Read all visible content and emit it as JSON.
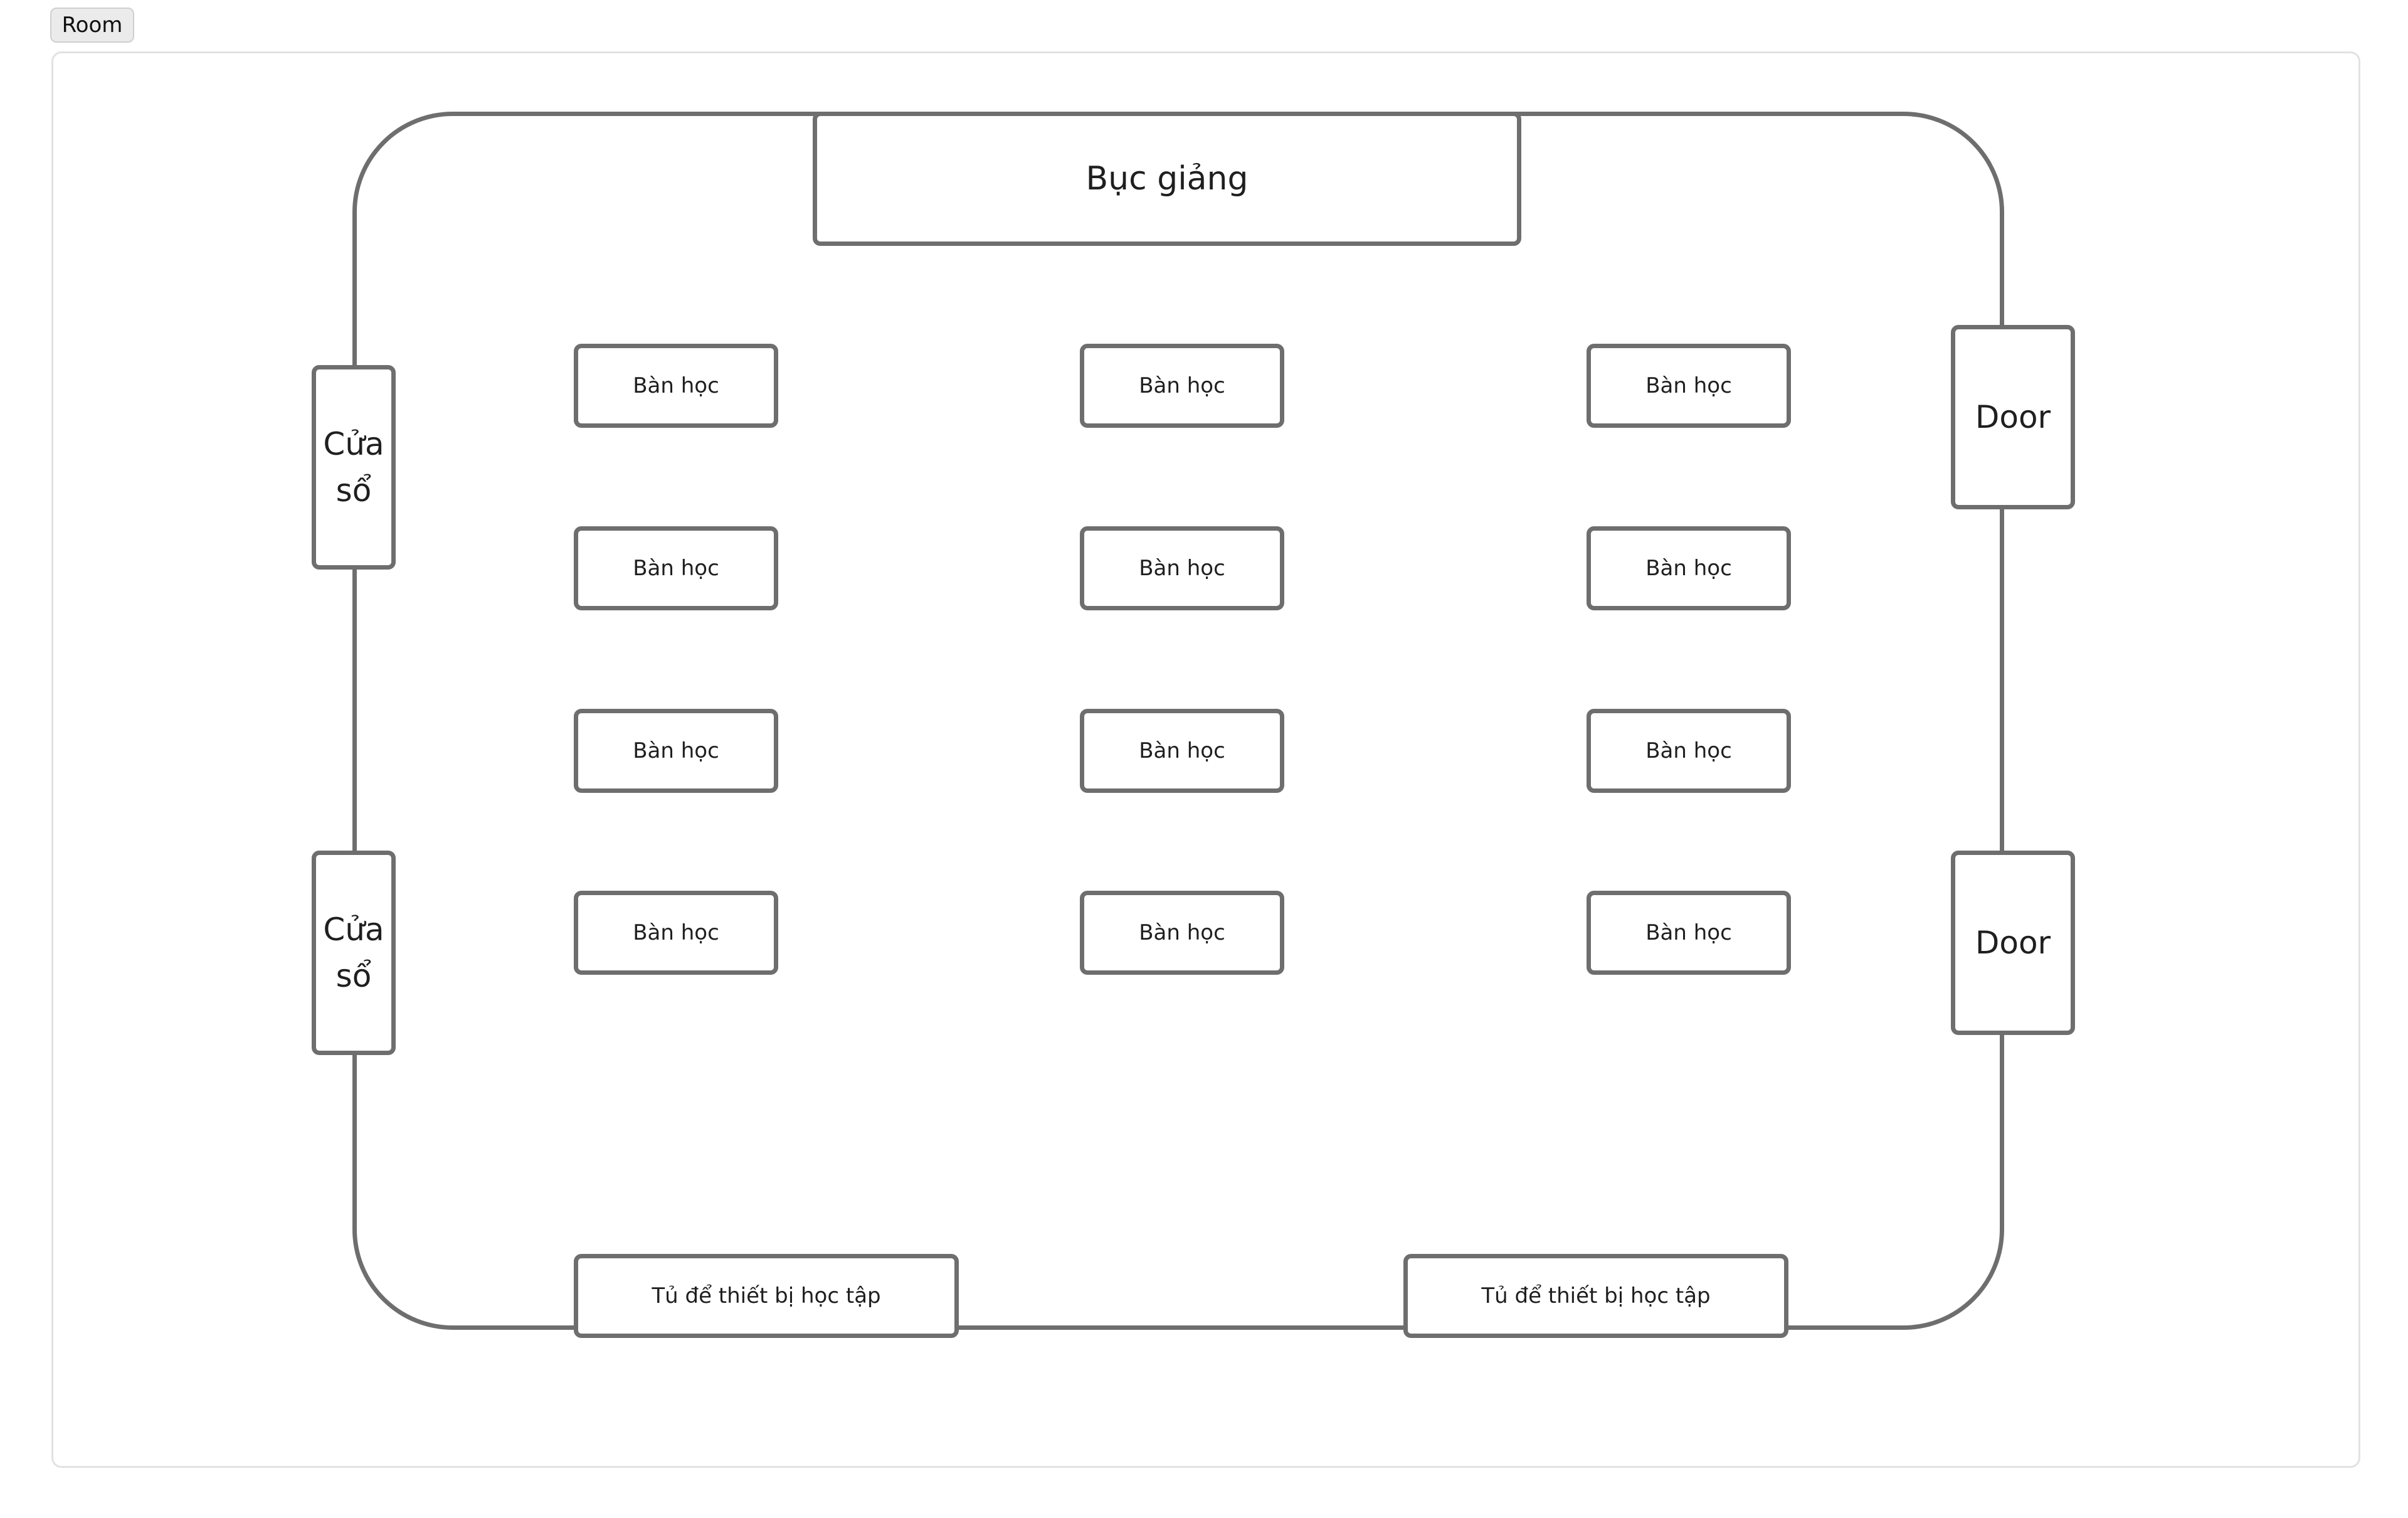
{
  "tab": {
    "label": "Room"
  },
  "room": {
    "podium_label": "Bục giảng",
    "desk_label": "Bàn học",
    "window_label": "Cửa sổ",
    "door_label": "Door",
    "cabinet_label": "Tủ để thiết bị học tập"
  }
}
